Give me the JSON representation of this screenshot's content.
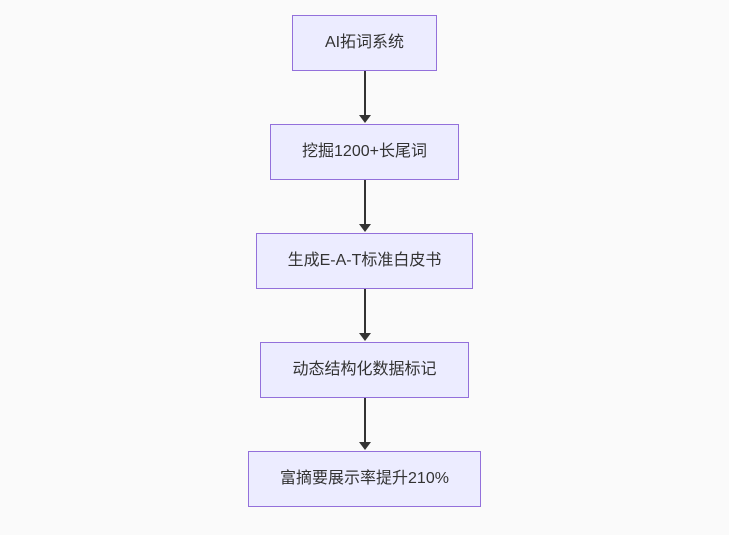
{
  "diagram": {
    "type": "flowchart-top-down",
    "colors": {
      "node_fill": "#ECECFF",
      "node_border": "#9370DB",
      "node_text": "#333333",
      "arrow": "#333333",
      "background": "#FAFAFA"
    },
    "nodes": [
      {
        "label": "AI拓词系统"
      },
      {
        "label": "挖掘1200+长尾词"
      },
      {
        "label": "生成E-A-T标准白皮书"
      },
      {
        "label": "动态结构化数据标记"
      },
      {
        "label": "富摘要展示率提升210%"
      }
    ],
    "edges": [
      {
        "from": 0,
        "to": 1
      },
      {
        "from": 1,
        "to": 2
      },
      {
        "from": 2,
        "to": 3
      },
      {
        "from": 3,
        "to": 4
      }
    ]
  }
}
